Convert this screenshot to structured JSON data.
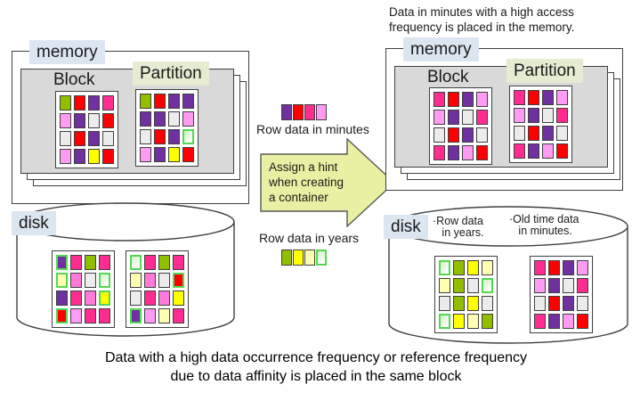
{
  "captions": {
    "top_right": "Data in minutes with a high access\nfrequency is placed in the memory.",
    "bottom": "Data with a high data occurrence frequency or reference frequency\ndue to data affinity is placed in the same block"
  },
  "arrow": {
    "label": "Assign a hint\nwhen creating\na container",
    "fill": "#EAF0A3",
    "stroke": "#595959"
  },
  "legend_minutes": {
    "label": "Row data in minutes",
    "cells": [
      [
        "P",
        "R",
        "M",
        "L"
      ]
    ]
  },
  "legend_years": {
    "label": "Row data in years",
    "cells": [
      [
        "G",
        "Y",
        "PY",
        "GR*"
      ]
    ]
  },
  "left_memory": {
    "label": "memory",
    "block_label": "Block",
    "partition_label": "Partition",
    "block": [
      [
        "G",
        "R",
        "P",
        "M"
      ],
      [
        "L",
        "P",
        "W",
        "R"
      ],
      [
        "W",
        "R",
        "P",
        "W"
      ],
      [
        "L",
        "P",
        "Y",
        "R"
      ]
    ],
    "partition": [
      [
        "G",
        "R",
        "P",
        "P"
      ],
      [
        "P",
        "P",
        "W",
        "L"
      ],
      [
        "W",
        "R",
        "P",
        "GR*"
      ],
      [
        "L",
        "P",
        "Y",
        "R"
      ]
    ]
  },
  "right_memory": {
    "label": "memory",
    "block_label": "Block",
    "partition_label": "Partition",
    "block": [
      [
        "M",
        "R",
        "P",
        "L"
      ],
      [
        "L",
        "P",
        "W",
        "M"
      ],
      [
        "W",
        "R",
        "P",
        "W"
      ],
      [
        "M",
        "P",
        "L",
        "R"
      ]
    ],
    "partition": [
      [
        "M",
        "R",
        "P",
        "L"
      ],
      [
        "L",
        "P",
        "W",
        "M"
      ],
      [
        "W",
        "R",
        "P",
        "W"
      ],
      [
        "M",
        "P",
        "L",
        "R"
      ]
    ]
  },
  "left_disk": {
    "label": "disk",
    "grid1": [
      [
        "P*",
        "M",
        "G",
        "M"
      ],
      [
        "PY*",
        "K",
        "W",
        "GR*"
      ],
      [
        "P",
        "M",
        "K",
        "Y*"
      ],
      [
        "R*",
        "L",
        "M",
        "M"
      ]
    ],
    "grid2": [
      [
        "GR*",
        "M",
        "G",
        "M"
      ],
      [
        "PY",
        "K",
        "W",
        "R*"
      ],
      [
        "W",
        "M",
        "K",
        "Y"
      ],
      [
        "P*",
        "L",
        "PY",
        "M"
      ]
    ]
  },
  "right_disk": {
    "label": "disk",
    "bullet1": "·Row data\n   in years.",
    "bullet2": "·Old time data\n   in minutes.",
    "years": [
      [
        "GR*",
        "G",
        "Y",
        "PY"
      ],
      [
        "PY",
        "G",
        "W",
        "GR*"
      ],
      [
        "W",
        "G",
        "Y",
        "W"
      ],
      [
        "GR*",
        "Y",
        "PY",
        "G"
      ]
    ],
    "minutes": [
      [
        "M",
        "R",
        "P",
        "L"
      ],
      [
        "L",
        "P",
        "W",
        "M"
      ],
      [
        "W",
        "R",
        "P",
        "W"
      ],
      [
        "M",
        "P",
        "L",
        "R"
      ]
    ]
  },
  "palette": {
    "P": "#7030A0",
    "R": "#FE0000",
    "M": "#FF2D90",
    "K": "#FF7AD9",
    "L": "#FF9BF2",
    "W": "#ECECEC",
    "Y": "#FFFF00",
    "G": "#92BE00",
    "PY": "#FFFFB3",
    "GR": "#D2EEC4",
    "label_bg_blue": "#DCE6F1",
    "label_bg_green": "#E5ECD2",
    "box_gray": "#D9D9D9",
    "line": "#404040",
    "highlight_border": "#54D854"
  }
}
